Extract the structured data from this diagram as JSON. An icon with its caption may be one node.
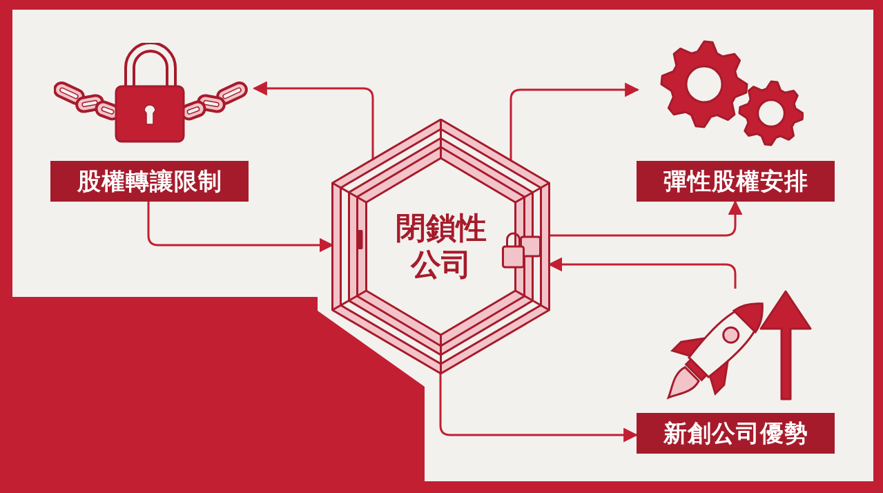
{
  "diagram": {
    "nodes": [
      {
        "text": [
          "閉鎖性公司"
        ]
      },
      {
        "text": [],
        "shape": "picture"
      },
      {
        "text": [
          "股權轉讓限制"
        ]
      },
      {
        "text": [],
        "shape": "picture"
      },
      {
        "text": [
          "彈性股權安排"
        ]
      },
      {
        "text": [],
        "shape": "picture"
      },
      {
        "text": [
          "新創公司優勢"
        ]
      }
    ],
    "edges": [
      {
        "from": 0,
        "to": 1,
        "arrow": "to"
      },
      {
        "from": 2,
        "to": 0,
        "arrow": "to"
      },
      {
        "from": 0,
        "to": 3,
        "arrow": "to"
      },
      {
        "from": 0,
        "to": 4,
        "arrow": "to"
      },
      {
        "from": 5,
        "to": 0,
        "arrow": "to"
      },
      {
        "from": 0,
        "to": 6,
        "arrow": "to"
      }
    ]
  }
}
